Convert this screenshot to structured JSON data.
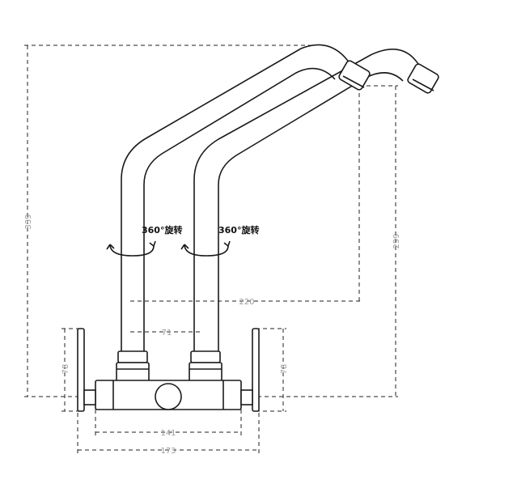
{
  "dimensions": {
    "total_height": "339",
    "spout_height": "299",
    "spout_reach": "220",
    "pipe_spacing": "71",
    "flange_left_height": "78",
    "flange_right_height": "78",
    "body_width": "141",
    "overall_width": "173"
  },
  "annotations": {
    "rotation_left": "360°旋转",
    "rotation_right": "360°旋转"
  }
}
